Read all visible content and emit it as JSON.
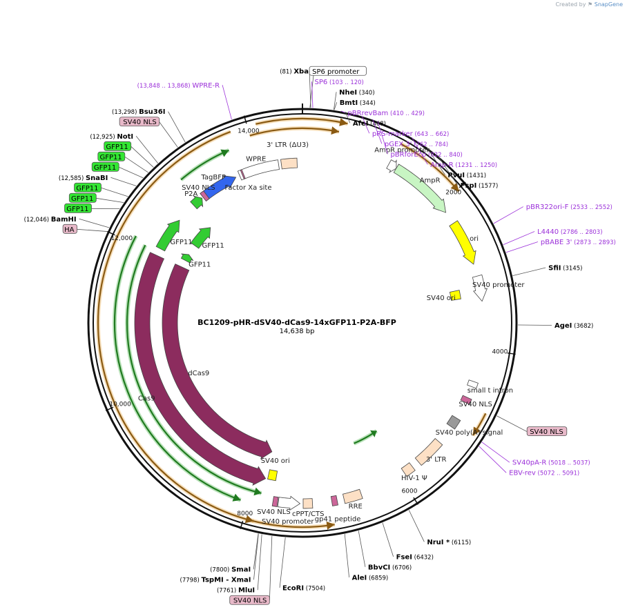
{
  "credit": {
    "prefix": "Created by",
    "brand": "SnapGene"
  },
  "plasmid": {
    "name": "BC1209-pHR-dSV40-dCas9-14xGFP11-P2A-BFP",
    "size_label": "14,638 bp",
    "length": 14638
  },
  "ticks": [
    {
      "bp": 2000,
      "label": "2000"
    },
    {
      "bp": 4000,
      "label": "4000"
    },
    {
      "bp": 6000,
      "label": "6000"
    },
    {
      "bp": 8000,
      "label": "8000"
    },
    {
      "bp": 10000,
      "label": "10,000"
    },
    {
      "bp": 12000,
      "label": "12,000"
    },
    {
      "bp": 14000,
      "label": "14,000"
    }
  ],
  "sites": [
    {
      "pos": "(81)",
      "name": "XbaI",
      "bp": 81,
      "side": "L"
    },
    {
      "name": "SP6 promoter",
      "bp": 90,
      "box": "white",
      "side": "R"
    },
    {
      "name": "SP6",
      "pos": "(103 .. 120)",
      "bp": 112,
      "purple": true,
      "side": "R"
    },
    {
      "name": "NheI",
      "pos": "(340)",
      "bp": 340,
      "side": "R"
    },
    {
      "name": "BmtI",
      "pos": "(344)",
      "bp": 344,
      "side": "R"
    },
    {
      "name": "pBRrevBam",
      "pos": "(410 .. 429)",
      "bp": 420,
      "purple": true,
      "side": "R"
    },
    {
      "name": "AfeI",
      "pos": "(468)",
      "bp": 468,
      "side": "R"
    },
    {
      "name": "pRS-marker",
      "pos": "(643 .. 662)",
      "bp": 652,
      "purple": true,
      "side": "R"
    },
    {
      "name": "pGEX 3'",
      "pos": "(762 .. 784)",
      "bp": 773,
      "purple": true,
      "side": "R"
    },
    {
      "name": "pBRforEco",
      "pos": "(822 .. 840)",
      "bp": 831,
      "purple": true,
      "side": "R"
    },
    {
      "name": "Amp-R",
      "pos": "(1231 .. 1250)",
      "bp": 1240,
      "purple": true,
      "side": "R"
    },
    {
      "name": "PvuI",
      "pos": "(1431)",
      "bp": 1431,
      "side": "R"
    },
    {
      "name": "FspI",
      "pos": "(1577)",
      "bp": 1577,
      "side": "R"
    },
    {
      "name": "pBR322ori-F",
      "pos": "(2533 .. 2552)",
      "bp": 2542,
      "purple": true,
      "side": "R"
    },
    {
      "name": "L4440",
      "pos": "(2786 .. 2803)",
      "bp": 2794,
      "purple": true,
      "side": "R"
    },
    {
      "name": "pBABE 3'",
      "pos": "(2873 .. 2893)",
      "bp": 2883,
      "purple": true,
      "side": "R"
    },
    {
      "name": "SfiI",
      "pos": "(3145)",
      "bp": 3145,
      "side": "R"
    },
    {
      "name": "AgeI",
      "pos": "(3682)",
      "bp": 3682,
      "side": "R"
    },
    {
      "name": "SV40 NLS",
      "bp": 4700,
      "box": "pink",
      "side": "R"
    },
    {
      "name": "SV40pA-R",
      "pos": "(5018 .. 5037)",
      "bp": 5027,
      "purple": true,
      "side": "R"
    },
    {
      "name": "EBV-rev",
      "pos": "(5072 .. 5091)",
      "bp": 5081,
      "purple": true,
      "side": "R"
    },
    {
      "name": "NruI *",
      "pos": "(6115)",
      "bp": 6115,
      "side": "R"
    },
    {
      "name": "FseI",
      "pos": "(6432)",
      "bp": 6432,
      "side": "R"
    },
    {
      "name": "BbvCI",
      "pos": "(6706)",
      "bp": 6706,
      "side": "R"
    },
    {
      "name": "AleI",
      "pos": "(6859)",
      "bp": 6859,
      "side": "R"
    },
    {
      "name": "EcoRI",
      "pos": "(7504)",
      "bp": 7504,
      "side": "R"
    },
    {
      "name": "SV40 NLS",
      "bp": 7650,
      "box": "pink",
      "side": "L"
    },
    {
      "name": "MluI",
      "pos": "(7761)",
      "bp": 7761,
      "side": "L"
    },
    {
      "name": "TspMI",
      "pos": "(7798)",
      "bp": 7798,
      "side": "L",
      "extra": "- XmaI"
    },
    {
      "name": "SmaI",
      "pos": "(7800)",
      "bp": 7800,
      "side": "L"
    },
    {
      "name": "HA",
      "bp": 12000,
      "box": "pink",
      "side": "L"
    },
    {
      "name": "BamHI",
      "pos": "(12,046)",
      "bp": 12046,
      "side": "L"
    },
    {
      "name": "GFP11",
      "bp": 12280,
      "box": "green",
      "side": "L"
    },
    {
      "name": "GFP11",
      "bp": 12360,
      "box": "green",
      "side": "L"
    },
    {
      "name": "GFP11",
      "bp": 12440,
      "box": "green",
      "side": "L"
    },
    {
      "name": "SnaBI",
      "pos": "(12,585)",
      "bp": 12585,
      "side": "L"
    },
    {
      "name": "GFP11",
      "bp": 12700,
      "box": "green",
      "side": "L"
    },
    {
      "name": "GFP11",
      "bp": 12780,
      "box": "green",
      "side": "L"
    },
    {
      "name": "GFP11",
      "bp": 12860,
      "box": "green",
      "side": "L"
    },
    {
      "name": "NotI",
      "pos": "(12,925)",
      "bp": 12925,
      "side": "L"
    },
    {
      "name": "SV40 NLS",
      "bp": 13200,
      "box": "pink",
      "side": "L"
    },
    {
      "name": "Bsu36I",
      "pos": "(13,298)",
      "bp": 13298,
      "side": "L"
    },
    {
      "name": "WPRE-R",
      "pos": "(13,848 .. 13,868)",
      "bp": 13858,
      "purple": true,
      "side": "L"
    }
  ],
  "features": [
    {
      "name": "AmpR promoter",
      "start": 1160,
      "end": 1270,
      "r": 262,
      "color": "#ffffff",
      "dir": 1
    },
    {
      "name": "AmpR",
      "start": 1270,
      "end": 2130,
      "r": 262,
      "color": "#c8f5c3",
      "dir": 1
    },
    {
      "name": "ori",
      "start": 2300,
      "end": 2890,
      "r": 262,
      "color": "#ffff00",
      "dir": 1
    },
    {
      "name": "SV40 promoter",
      "start": 3050,
      "end": 3380,
      "r": 262,
      "color": "#ffffff",
      "dir": 1
    },
    {
      "name": "SV40 ori",
      "start": 3180,
      "end": 3310,
      "r": 225,
      "color": "#ffff00",
      "dir": 0
    },
    {
      "name": "small t intron",
      "start": 4430,
      "end": 4500,
      "r": 262,
      "color": "#ffffff",
      "dir": 0
    },
    {
      "name": "SV40 NLS",
      "start": 4650,
      "end": 4720,
      "r": 262,
      "color": "#cc6699",
      "dir": 0
    },
    {
      "name": "SV40 poly(A) signal",
      "start": 4950,
      "end": 5080,
      "r": 262,
      "color": "#999999",
      "dir": 0
    },
    {
      "name": "3' LTR",
      "start": 5330,
      "end": 5700,
      "r": 262,
      "color": "#fde0c5",
      "dir": 0
    },
    {
      "name": "HIV-1 Ψ",
      "start": 5800,
      "end": 5930,
      "r": 262,
      "color": "#fde0c5",
      "dir": 0
    },
    {
      "name": "RRE",
      "start": 6550,
      "end": 6780,
      "r": 262,
      "color": "#fde0c5",
      "dir": 0
    },
    {
      "name": "gp41 peptide",
      "start": 6870,
      "end": 6940,
      "r": 262,
      "color": "#cc6699",
      "dir": 0
    },
    {
      "name": "cPPT/CTS",
      "start": 7190,
      "end": 7310,
      "r": 262,
      "color": "#fde0c5",
      "dir": 0
    },
    {
      "name": "SV40 promoter",
      "start": 7350,
      "end": 7630,
      "r": 262,
      "color": "#ffffff",
      "dir": -1
    },
    {
      "name": "SV40 ori",
      "start": 7710,
      "end": 7830,
      "r": 225,
      "color": "#ffff00",
      "dir": 0
    },
    {
      "name": "SV40 NLS",
      "start": 7640,
      "end": 7700,
      "r": 262,
      "color": "#cc6699",
      "dir": 0
    },
    {
      "name": "dCas9",
      "start": 7860,
      "end": 11990,
      "r": 192,
      "color": "#8c2c5e",
      "dir": -1
    },
    {
      "name": "Cas9",
      "start": 7860,
      "end": 11990,
      "r": 232,
      "color": "#8c2c5e",
      "dir": -1
    },
    {
      "name": "GFP11",
      "start": 12120,
      "end": 12240,
      "r": 192,
      "color": "#33cc33",
      "dir": 1
    },
    {
      "name": "GFP11",
      "start": 12430,
      "end": 12850,
      "r": 192,
      "color": "#33cc33",
      "dir": 1
    },
    {
      "name": "GFP11",
      "start": 12100,
      "end": 12600,
      "r": 232,
      "color": "#33cc33",
      "dir": 1
    },
    {
      "name": "P2A",
      "start": 12900,
      "end": 13060,
      "r": 232,
      "color": "#33cc33",
      "dir": 1
    },
    {
      "name": "TagBFP",
      "start": 13080,
      "end": 13640,
      "r": 232,
      "color": "#3366ee",
      "dir": 1
    },
    {
      "name": "SV40 NLS",
      "start": 13080,
      "end": 13140,
      "r": 232,
      "color": "#cc6699",
      "dir": 0
    },
    {
      "name": "WPRE",
      "start": 13700,
      "end": 14290,
      "r": 232,
      "color": "#ffffff",
      "dir": 0
    },
    {
      "name": "3' LTR (ΔU3)",
      "start": 14330,
      "end": 14560,
      "r": 232,
      "color": "#fde0c5",
      "dir": 0
    },
    {
      "name": "Factor Xa site",
      "start": 13740,
      "end": 13760,
      "r": 232,
      "color": "#cc6699",
      "dir": 0
    }
  ],
  "orfs": [
    {
      "start": 14100,
      "end": 520,
      "r": 296,
      "dir": 1,
      "color": "#e6a23c"
    },
    {
      "start": 14000,
      "end": 440,
      "r": 282,
      "dir": 1,
      "color": "#e6a23c"
    },
    {
      "start": 1170,
      "end": 2030,
      "r": 296,
      "dir": 1,
      "color": "#e6a23c"
    },
    {
      "start": 4730,
      "end": 5020,
      "r": 296,
      "dir": 1,
      "color": "#e6a23c"
    },
    {
      "start": 5920,
      "end": 6380,
      "r": 190,
      "dir": -1,
      "color": "#33aa33"
    },
    {
      "start": 6950,
      "end": 7900,
      "r": 296,
      "dir": -1,
      "color": "#e6a23c"
    },
    {
      "start": 7880,
      "end": 13800,
      "r": 296,
      "dir": -1,
      "color": "#e6a23c"
    },
    {
      "start": 7870,
      "end": 12050,
      "r": 254,
      "dir": -1,
      "color": "#33aa33"
    },
    {
      "start": 8100,
      "end": 12100,
      "r": 272,
      "dir": -1,
      "color": "#33aa33"
    },
    {
      "start": 13000,
      "end": 13700,
      "r": 272,
      "dir": 1,
      "color": "#33aa33"
    }
  ]
}
